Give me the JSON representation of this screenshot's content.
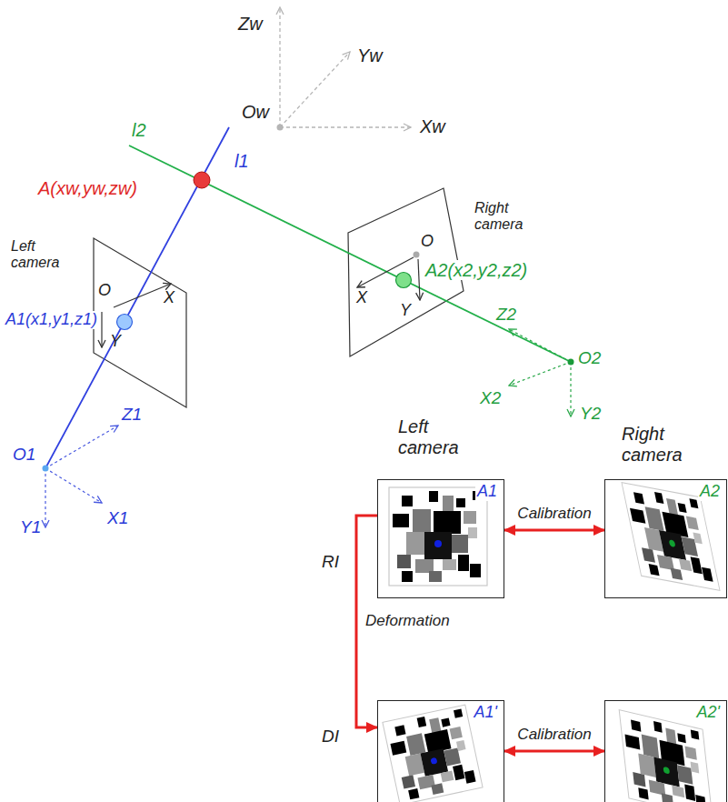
{
  "diagram": {
    "nodes": [
      {
        "text": [
          "Left camera",
          "A1"
        ]
      },
      {
        "text": [
          "Right camera",
          "A2"
        ]
      },
      {
        "text": [
          "A1'"
        ]
      },
      {
        "text": [
          "A2'"
        ]
      }
    ],
    "edges": [
      {
        "from": 0,
        "to": 1,
        "arrow": "both",
        "label": "Calibration"
      },
      {
        "from": 2,
        "to": 3,
        "arrow": "both",
        "label": "Calibration"
      },
      {
        "from": 0,
        "to": 2,
        "arrow": "to",
        "label": "Deformation"
      }
    ],
    "labels": [
      "Zw",
      "Yw",
      "Xw",
      "Ow",
      "l2",
      "l1",
      "A(xw,yw,zw)",
      "Right camera",
      "O",
      "X",
      "Y",
      "A2(x2,y2,z2)",
      "Z2",
      "O2",
      "X2",
      "Y2",
      "Left camera",
      "O",
      "X",
      "A1(x1,y1,z1)",
      "Y",
      "O1",
      "Z1",
      "Y1",
      "X1",
      "RI",
      "DI"
    ]
  }
}
